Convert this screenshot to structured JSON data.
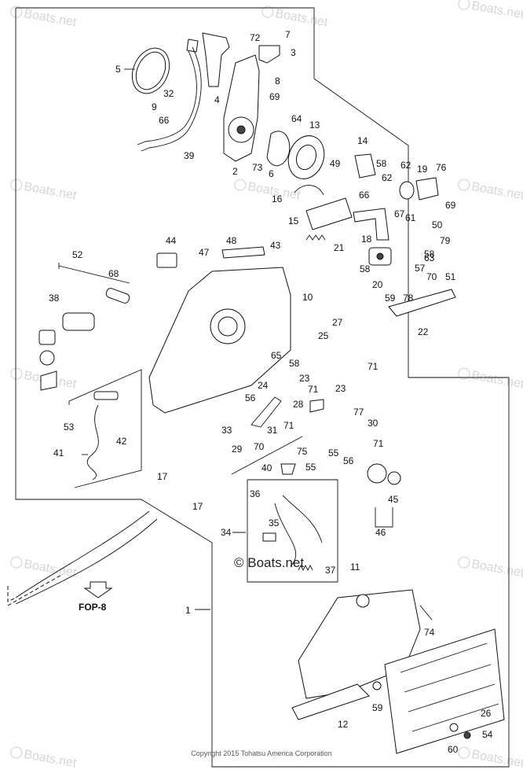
{
  "watermark": {
    "text": "Boats.net"
  },
  "center_watermark": {
    "text": "Boats.net"
  },
  "reference": {
    "label": "FOP-8"
  },
  "copyright": "Copyright 2015 Tohatsu America Corporation",
  "callouts": [
    "1",
    "2",
    "3",
    "4",
    "5",
    "6",
    "7",
    "8",
    "9",
    "10",
    "11",
    "12",
    "13",
    "14",
    "15",
    "16",
    "17",
    "17",
    "18",
    "19",
    "20",
    "21",
    "22",
    "23",
    "23",
    "24",
    "25",
    "26",
    "27",
    "28",
    "29",
    "30",
    "31",
    "32",
    "33",
    "34",
    "35",
    "36",
    "37",
    "38",
    "39",
    "40",
    "41",
    "42",
    "43",
    "44",
    "45",
    "46",
    "47",
    "48",
    "49",
    "50",
    "51",
    "52",
    "53",
    "54",
    "55",
    "55",
    "56",
    "56",
    "57",
    "58",
    "58",
    "58",
    "58",
    "59",
    "59",
    "60",
    "61",
    "62",
    "62",
    "63",
    "64",
    "65",
    "66",
    "66",
    "67",
    "68",
    "69",
    "69",
    "70",
    "70",
    "71",
    "71",
    "71",
    "71",
    "72",
    "73",
    "74",
    "75",
    "76",
    "77",
    "78",
    "79"
  ]
}
